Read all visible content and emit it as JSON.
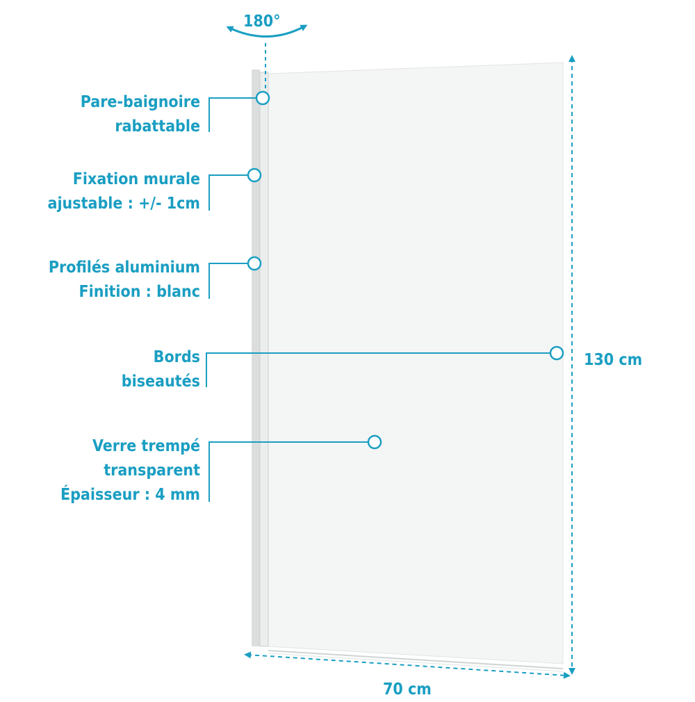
{
  "colors": {
    "accent": "#1a9ec2",
    "glass": "#f4f5f5",
    "profile": "#dcdede",
    "line": "#d6dada"
  },
  "rotation": {
    "label": "180°"
  },
  "callouts": [
    {
      "id": "hinge",
      "lines": [
        "Pare-baignoire",
        "rabattable"
      ]
    },
    {
      "id": "wall-fixing",
      "lines": [
        "Fixation murale",
        "ajustable : +/- 1cm"
      ]
    },
    {
      "id": "profiles",
      "lines": [
        "Profilés aluminium",
        "Finition : blanc"
      ]
    },
    {
      "id": "edges",
      "lines": [
        "Bords",
        "biseautés"
      ]
    },
    {
      "id": "glass",
      "lines": [
        "Verre trempé",
        "transparent",
        "Épaisseur : 4 mm"
      ]
    }
  ],
  "dimensions": {
    "height": "130 cm",
    "width": "70 cm"
  }
}
